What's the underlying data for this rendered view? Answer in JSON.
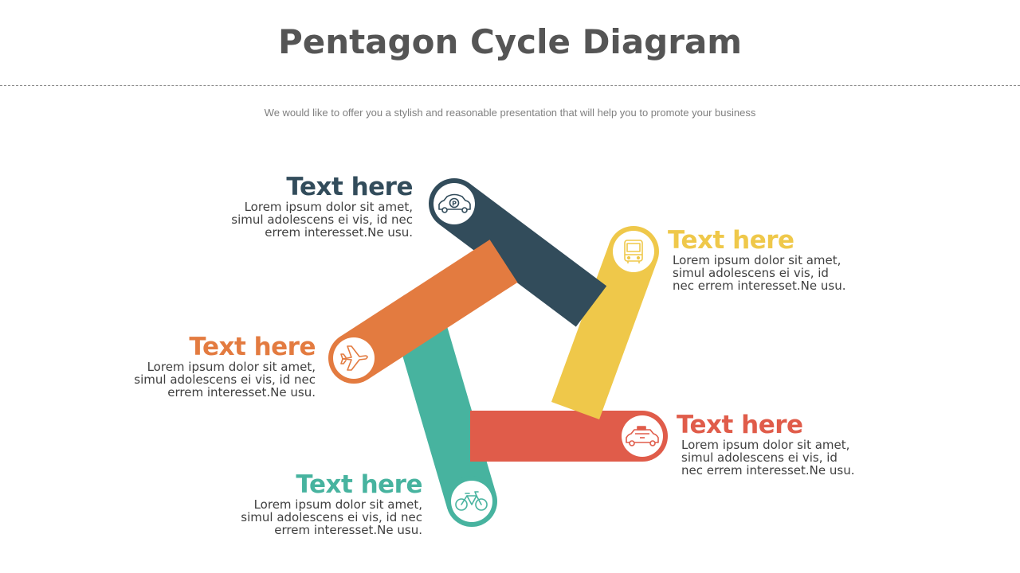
{
  "header": {
    "title": "Pentagon Cycle Diagram",
    "subtitle": "We would like to offer you a stylish and reasonable presentation that will help you to promote your business"
  },
  "colors": {
    "navy": "#324c5b",
    "yellow": "#efc84a",
    "red": "#e05c4a",
    "teal": "#47b39f",
    "orange": "#e37b40"
  },
  "segments": [
    {
      "id": "navy",
      "icon": "parking-car-icon",
      "heading": "Text here",
      "body": [
        "Lorem ipsum dolor sit amet,",
        "simul adolescens ei vis, id nec",
        "errem interesset.Ne usu."
      ]
    },
    {
      "id": "yellow",
      "icon": "bus-icon",
      "heading": "Text here",
      "body": [
        "Lorem ipsum dolor sit amet,",
        "simul adolescens ei vis, id",
        "nec errem interesset.Ne usu."
      ]
    },
    {
      "id": "red",
      "icon": "taxi-icon",
      "heading": "Text here",
      "body": [
        "Lorem ipsum dolor sit amet,",
        "simul adolescens ei vis, id",
        "nec errem interesset.Ne usu."
      ]
    },
    {
      "id": "teal",
      "icon": "bicycle-icon",
      "heading": "Text here",
      "body": [
        "Lorem ipsum dolor sit amet,",
        "simul adolescens ei vis, id nec",
        "errem interesset.Ne usu."
      ]
    },
    {
      "id": "orange",
      "icon": "airplane-icon",
      "heading": "Text here",
      "body": [
        "Lorem ipsum dolor sit amet,",
        "simul adolescens ei vis, id nec",
        "errem interesset.Ne usu."
      ]
    }
  ]
}
